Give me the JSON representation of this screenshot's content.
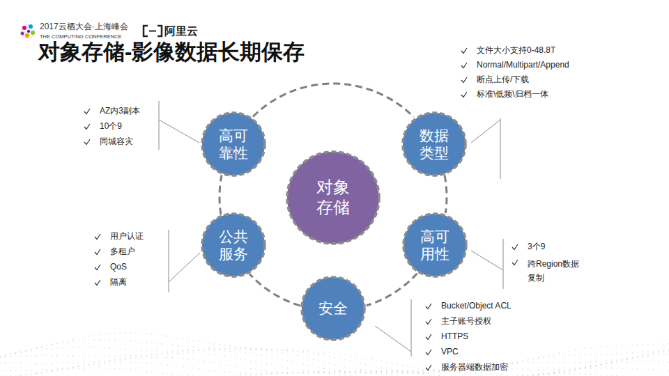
{
  "diagram": {
    "title": "对象存储-影像数据长期保存",
    "nodes": [
      {
        "text": [
          "高可靠性"
        ]
      },
      {
        "text": [
          "数据类型"
        ]
      },
      {
        "text": [
          "对象存储"
        ]
      },
      {
        "text": [
          "公共服务"
        ]
      },
      {
        "text": [
          "高可用性"
        ]
      },
      {
        "text": [
          "安全"
        ]
      }
    ],
    "edges": [
      {
        "from": 0,
        "to": 1,
        "arrow": "none"
      },
      {
        "from": 1,
        "to": 4,
        "arrow": "none"
      },
      {
        "from": 4,
        "to": 5,
        "arrow": "none"
      },
      {
        "from": 5,
        "to": 3,
        "arrow": "none"
      },
      {
        "from": 3,
        "to": 0,
        "arrow": "none"
      }
    ],
    "labels": [
      "2017云栖大会·上海峰会",
      "THE COMPUTING CONFERENCE",
      "阿里云",
      "文件大小支持0-48.8T",
      "Normal/Multipart/Append",
      "断点上传/下载",
      "标准\\低频\\归档一体",
      "AZ内3副本",
      "10个9",
      "同城容灾",
      "用户认证",
      "多租户",
      "QoS",
      "隔离",
      "3个9",
      "跨Region数据复制",
      "Bucket/Object ACL",
      "主子账号授权",
      "HTTPS",
      "VPC",
      "服务器端数据加密"
    ]
  }
}
